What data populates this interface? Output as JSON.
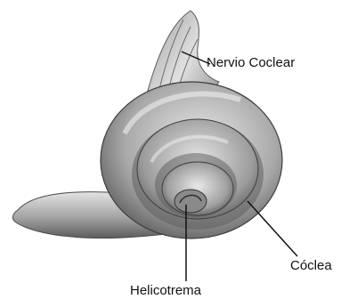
{
  "labels": {
    "nervio": "Nervio Coclear",
    "coclea": "Cóclea",
    "helicotrema": "Helicotrema"
  },
  "colors": {
    "ink": "#111111",
    "shell_light": "#d8d8d8",
    "shell_mid": "#9a9a9a",
    "shell_dark": "#4a4a4a"
  }
}
